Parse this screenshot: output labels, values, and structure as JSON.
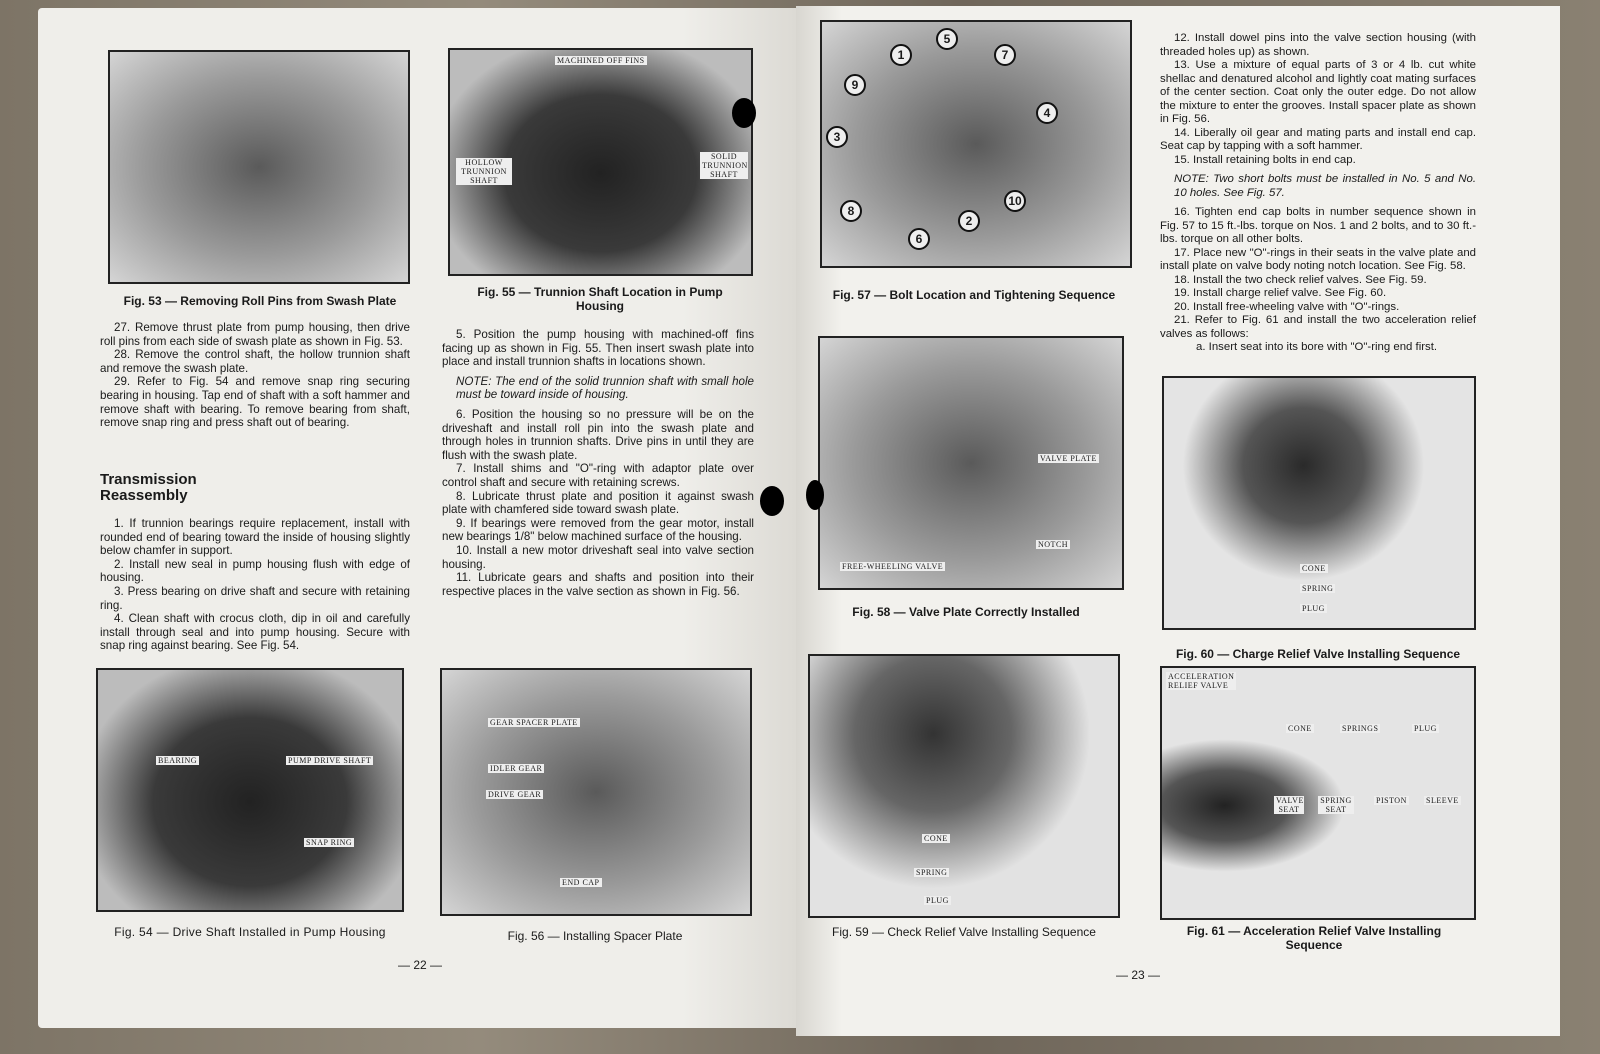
{
  "left_page": {
    "page_number": "— 22 —",
    "figures": [
      {
        "caption": "Fig. 53 — Removing Roll Pins from Swash Plate",
        "labels": []
      },
      {
        "caption": "Fig. 55 — Trunnion Shaft Location in Pump Housing",
        "labels": [
          "MACHINED OFF FINS",
          "HOLLOW TRUNNION SHAFT",
          "SOLID TRUNNION SHAFT"
        ]
      },
      {
        "caption": "Fig. 54 — Drive Shaft Installed in Pump Housing",
        "labels": [
          "BEARING",
          "PUMP DRIVE SHAFT",
          "SNAP RING"
        ]
      },
      {
        "caption": "Fig. 56 — Installing Spacer Plate",
        "labels": [
          "GEAR SPACER PLATE",
          "IDLER GEAR",
          "DRIVE GEAR",
          "END CAP"
        ]
      }
    ],
    "col1_top": [
      "27. Remove thrust plate from pump housing, then drive roll pins from each side of swash plate as shown in Fig. 53.",
      "28. Remove the control shaft, the hollow trunnion shaft and remove the swash plate.",
      "29. Refer to Fig. 54 and remove snap ring securing bearing in housing. Tap end of shaft with a soft hammer and remove shaft with bearing. To remove bearing from shaft, remove snap ring and press shaft out of bearing."
    ],
    "heading": "Transmission Reassembly",
    "col1_bottom": [
      "1. If trunnion bearings require replacement, install with rounded end of bearing toward the inside of housing slightly below chamfer in support.",
      "2. Install new seal in pump housing flush with edge of housing.",
      "3. Press bearing on drive shaft and secure with retaining ring.",
      "4. Clean shaft with crocus cloth, dip in oil and carefully install through seal and into pump housing. Secure with snap ring against bearing. See Fig. 54."
    ],
    "col2": {
      "p5": "5. Position the pump housing with machined-off fins facing up as shown in Fig. 55. Then insert swash plate into place and install trunnion shafts in locations shown.",
      "note": "NOTE: The end of the solid trunnion shaft with small hole must be toward inside of housing.",
      "rest": [
        "6. Position the housing so no pressure will be on the driveshaft and install roll pin into the swash plate and through holes in trunnion shafts. Drive pins in until they are flush with the swash plate.",
        "7. Install shims and \"O\"-ring with adaptor plate over control shaft and secure with retaining screws.",
        "8. Lubricate thrust plate and position it against swash plate with chamfered side toward swash plate.",
        "9. If bearings were removed from the gear motor, install new bearings 1/8\" below machined surface of the housing.",
        "10. Install a new motor driveshaft seal into valve section housing.",
        "11. Lubricate gears and shafts and position into their respective places in the valve section as shown in Fig. 56."
      ]
    }
  },
  "right_page": {
    "page_number": "— 23 —",
    "figures": [
      {
        "caption": "Fig. 57 — Bolt Location and Tightening Sequence",
        "labels": [
          "1",
          "5",
          "7",
          "9",
          "4",
          "3",
          "10",
          "2",
          "8",
          "6"
        ]
      },
      {
        "caption": "Fig. 58 — Valve Plate Correctly Installed",
        "labels": [
          "VALVE PLATE",
          "NOTCH",
          "FREE-WHEELING VALVE"
        ]
      },
      {
        "caption": "Fig. 60 — Charge Relief Valve Installing Sequence",
        "labels": [
          "CONE",
          "SPRING",
          "PLUG"
        ]
      },
      {
        "caption": "Fig. 59 — Check Relief Valve Installing Sequence",
        "labels": [
          "CONE",
          "SPRING",
          "PLUG"
        ]
      },
      {
        "caption": "Fig. 61 — Acceleration Relief Valve Installing Sequence",
        "labels": [
          "ACCELERATION RELIEF VALVE",
          "CONE",
          "SPRINGS",
          "PLUG",
          "VALVE SEAT",
          "SPRING SEAT",
          "PISTON",
          "SLEEVE"
        ]
      }
    ],
    "col": {
      "a": [
        "12. Install dowel pins into the valve section housing (with threaded holes up) as shown.",
        "13. Use a mixture of equal parts of 3 or 4 lb. cut white shellac and denatured alcohol and lightly coat mating surfaces of the center section. Coat only the outer edge. Do not allow the mixture to enter the grooves. Install spacer plate as shown in Fig. 56.",
        "14. Liberally oil gear and mating parts and install end cap. Seat cap by tapping with a soft hammer.",
        "15. Install retaining bolts in end cap."
      ],
      "note": "NOTE: Two short bolts must be installed in No. 5 and No. 10 holes. See Fig. 57.",
      "b": [
        "16. Tighten end cap bolts in number sequence shown in Fig. 57 to 15 ft.-lbs. torque on Nos. 1 and 2 bolts, and to 30 ft.-lbs. torque on all other bolts.",
        "17. Place new \"O\"-rings in their seats in the valve plate and install plate on valve body noting notch location. See Fig. 58.",
        "18. Install the two check relief valves. See Fig. 59.",
        "19. Install charge relief valve. See Fig. 60.",
        "20. Install free-wheeling valve with \"O\"-rings.",
        "21. Refer to Fig. 61 and install the two acceleration relief valves as follows:",
        "a. Insert seat into its bore with \"O\"-ring end first."
      ]
    }
  }
}
